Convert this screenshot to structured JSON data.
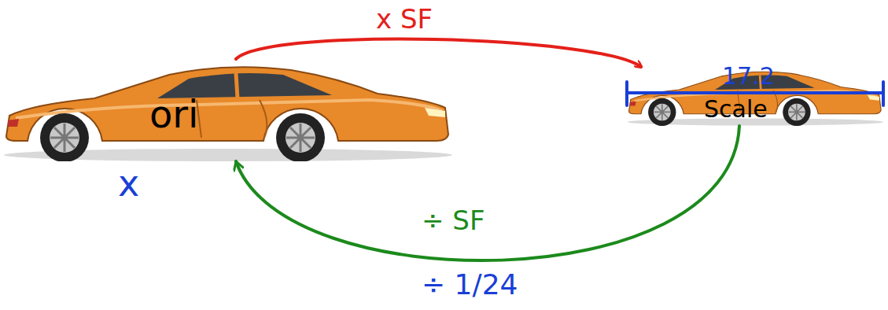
{
  "diagram": {
    "nodes": [
      {
        "text": [
          "ori"
        ]
      },
      {
        "text": [
          "Scale"
        ]
      }
    ],
    "edges": [
      {
        "from": 0,
        "to": 1,
        "arrow": "to",
        "label": "x SF"
      },
      {
        "from": 1,
        "to": 0,
        "arrow": "to",
        "label": "÷ SF"
      }
    ],
    "labels": [
      "x",
      "17.2",
      "÷ 1/24"
    ]
  }
}
